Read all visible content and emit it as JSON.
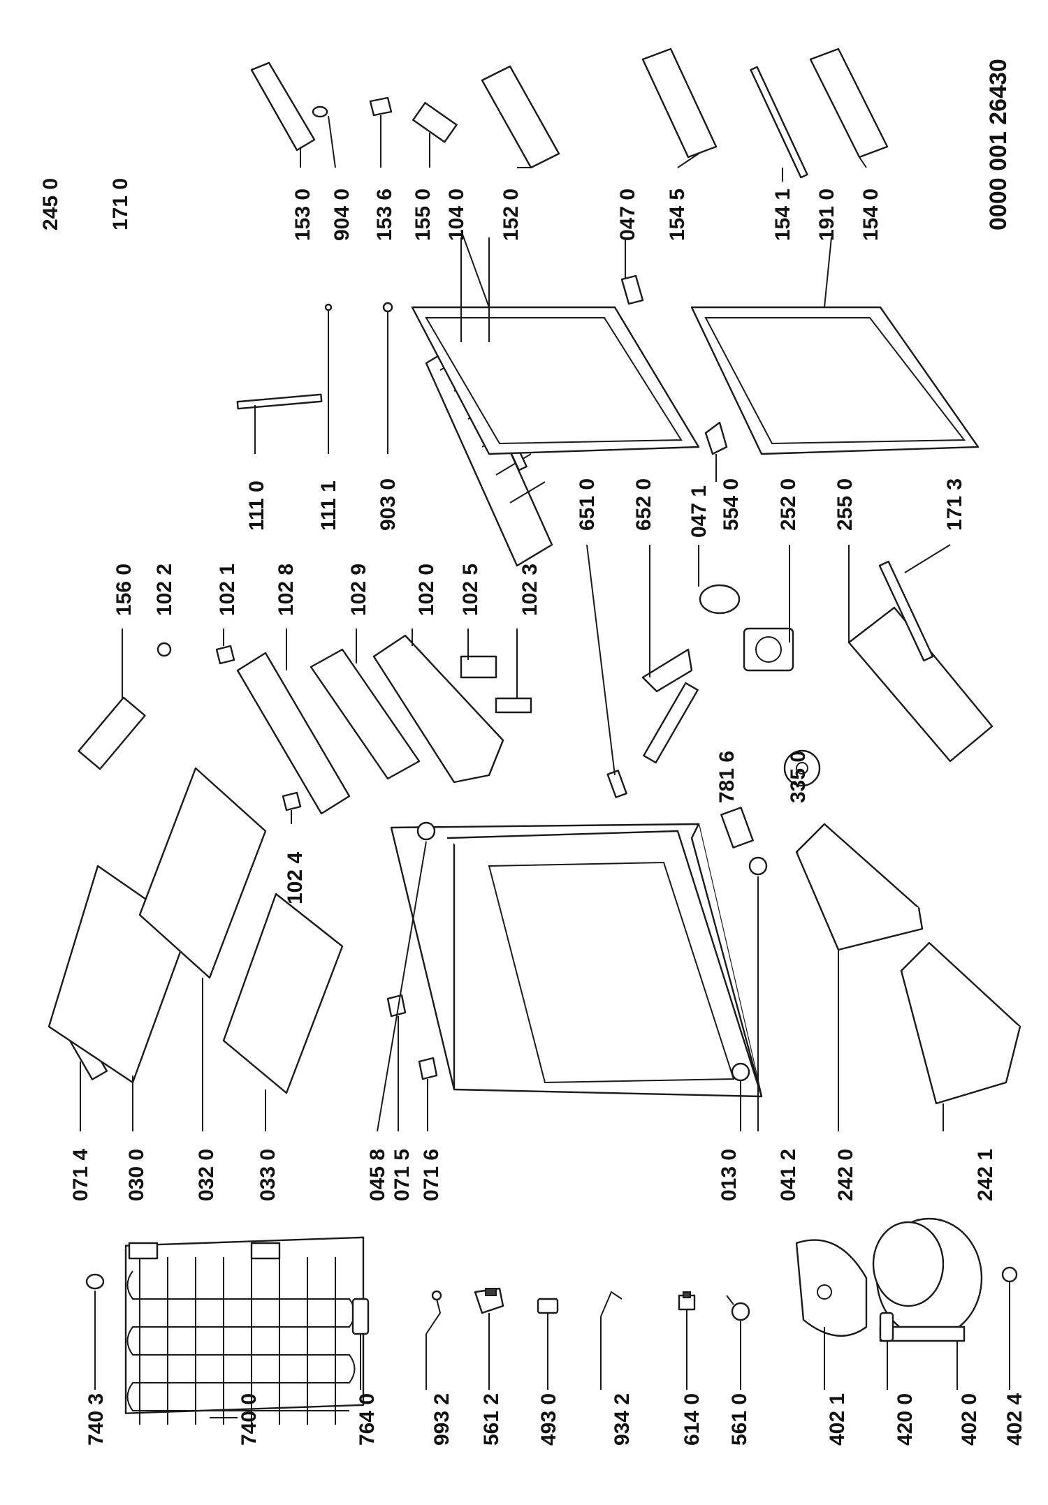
{
  "document_number": "0000 001 26430",
  "labels": {
    "l_7403": "740 3",
    "l_7400": "740 0",
    "l_7640": "764 0",
    "l_9932": "993 2",
    "l_5612": "561 2",
    "l_4930": "493 0",
    "l_9342": "934 2",
    "l_6140": "614 0",
    "l_5610": "561 0",
    "l_4021": "402 1",
    "l_4200": "420 0",
    "l_4020": "402 0",
    "l_4024": "402 4",
    "l_0714": "071 4",
    "l_0300": "030 0",
    "l_0320": "032 0",
    "l_0330": "033 0",
    "l_0458": "045 8",
    "l_0715": "071 5",
    "l_0716": "071 6",
    "l_0130": "013 0",
    "l_0412": "041 2",
    "l_2420": "242 0",
    "l_2421": "242 1",
    "l_1560": "156 0",
    "l_1022": "102 2",
    "l_1021": "102 1",
    "l_1028": "102 8",
    "l_1029": "102 9",
    "l_1020": "102 0",
    "l_1025": "102 5",
    "l_1023": "102 3",
    "l_1024": "102 4",
    "l_6510": "651 0",
    "l_6520": "652 0",
    "l_7816": "781 6",
    "l_3350": "335 0",
    "l_5540": "554 0",
    "l_2520": "252 0",
    "l_2550": "255 0",
    "l_1713": "171 3",
    "l_0471": "047 1",
    "l_1110": "111 0",
    "l_1111": "111 1",
    "l_9030": "903 0",
    "l_2450": "245 0",
    "l_1710": "171 0",
    "l_1530": "153 0",
    "l_9040": "904 0",
    "l_1536": "153 6",
    "l_1550": "155 0",
    "l_1040": "104 0",
    "l_1520": "152 0",
    "l_0470": "047 0",
    "l_1545": "154 5",
    "l_1541": "154 1",
    "l_1910": "191 0",
    "l_1540": "154 0"
  }
}
